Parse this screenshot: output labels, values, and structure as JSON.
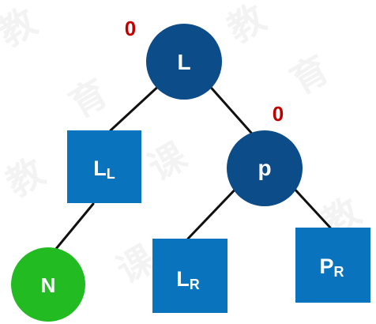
{
  "colors": {
    "circle_node": "#0c4c88",
    "square_node": "#0a73be",
    "new_node": "#22bb22",
    "balance_factor": "#c00000",
    "edge": "#111111",
    "node_text": "#ffffff"
  },
  "nodes": {
    "L": {
      "label": "L",
      "balance": "0"
    },
    "LL": {
      "label": "L",
      "sub": "L"
    },
    "p": {
      "label": "p",
      "balance": "0"
    },
    "N": {
      "label": "N"
    },
    "LR": {
      "label": "L",
      "sub": "R"
    },
    "PR": {
      "label": "P",
      "sub": "R"
    }
  }
}
